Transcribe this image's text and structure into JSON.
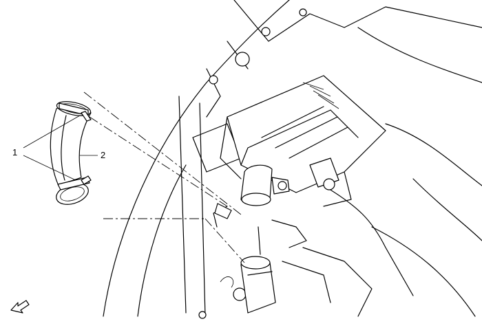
{
  "diagram": {
    "callouts": [
      {
        "id": "1",
        "label": "1"
      },
      {
        "id": "2",
        "label": "2"
      }
    ],
    "icons": [
      "front-view-arrow-icon"
    ]
  }
}
